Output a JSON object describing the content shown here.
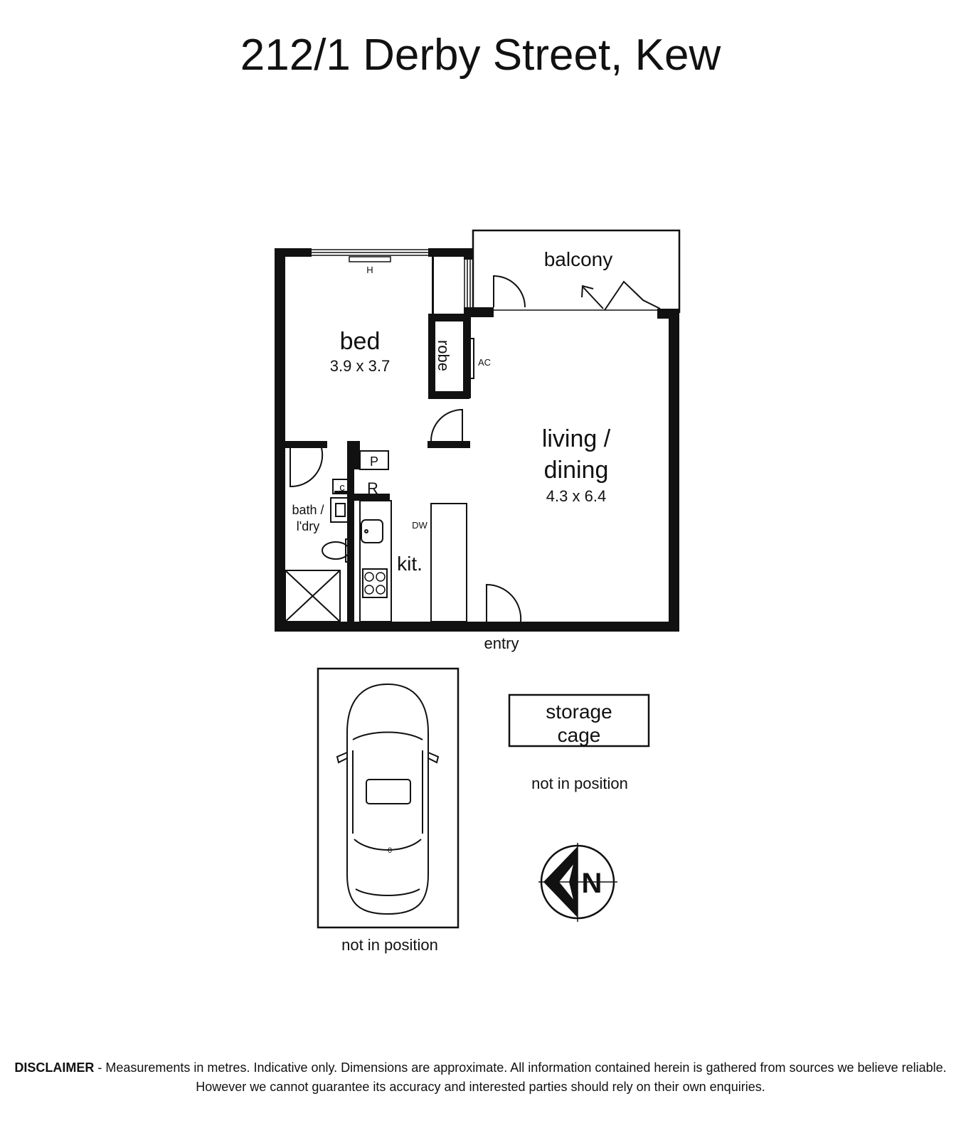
{
  "title": "212/1 Derby Street, Kew",
  "rooms": {
    "bed": {
      "name": "bed",
      "size": "3.9 x 3.7"
    },
    "robe": "robe",
    "living": {
      "line1": "living /",
      "line2": "dining",
      "size": "4.3 x 6.4"
    },
    "balcony": "balcony",
    "bath": {
      "line1": "bath /",
      "line2": "l'dry"
    },
    "kitchen": "kit.",
    "entry": "entry",
    "storage": {
      "line1": "storage",
      "line2": "cage"
    }
  },
  "fixtures": {
    "heater": "H",
    "aircon": "AC",
    "pantry": "P",
    "fridge": "R",
    "cupboard": "c",
    "dishwasher": "DW"
  },
  "notes": {
    "storage_not_in_position": "not in position",
    "car_not_in_position": "not in position"
  },
  "compass": {
    "letter": "N"
  },
  "disclaimer": {
    "label": "DISCLAIMER",
    "text": " - Measurements in metres. Indicative only. Dimensions are approximate. All information contained herein is gathered from sources we believe reliable. However we cannot guarantee its accuracy and interested parties should rely on their own enquiries."
  }
}
